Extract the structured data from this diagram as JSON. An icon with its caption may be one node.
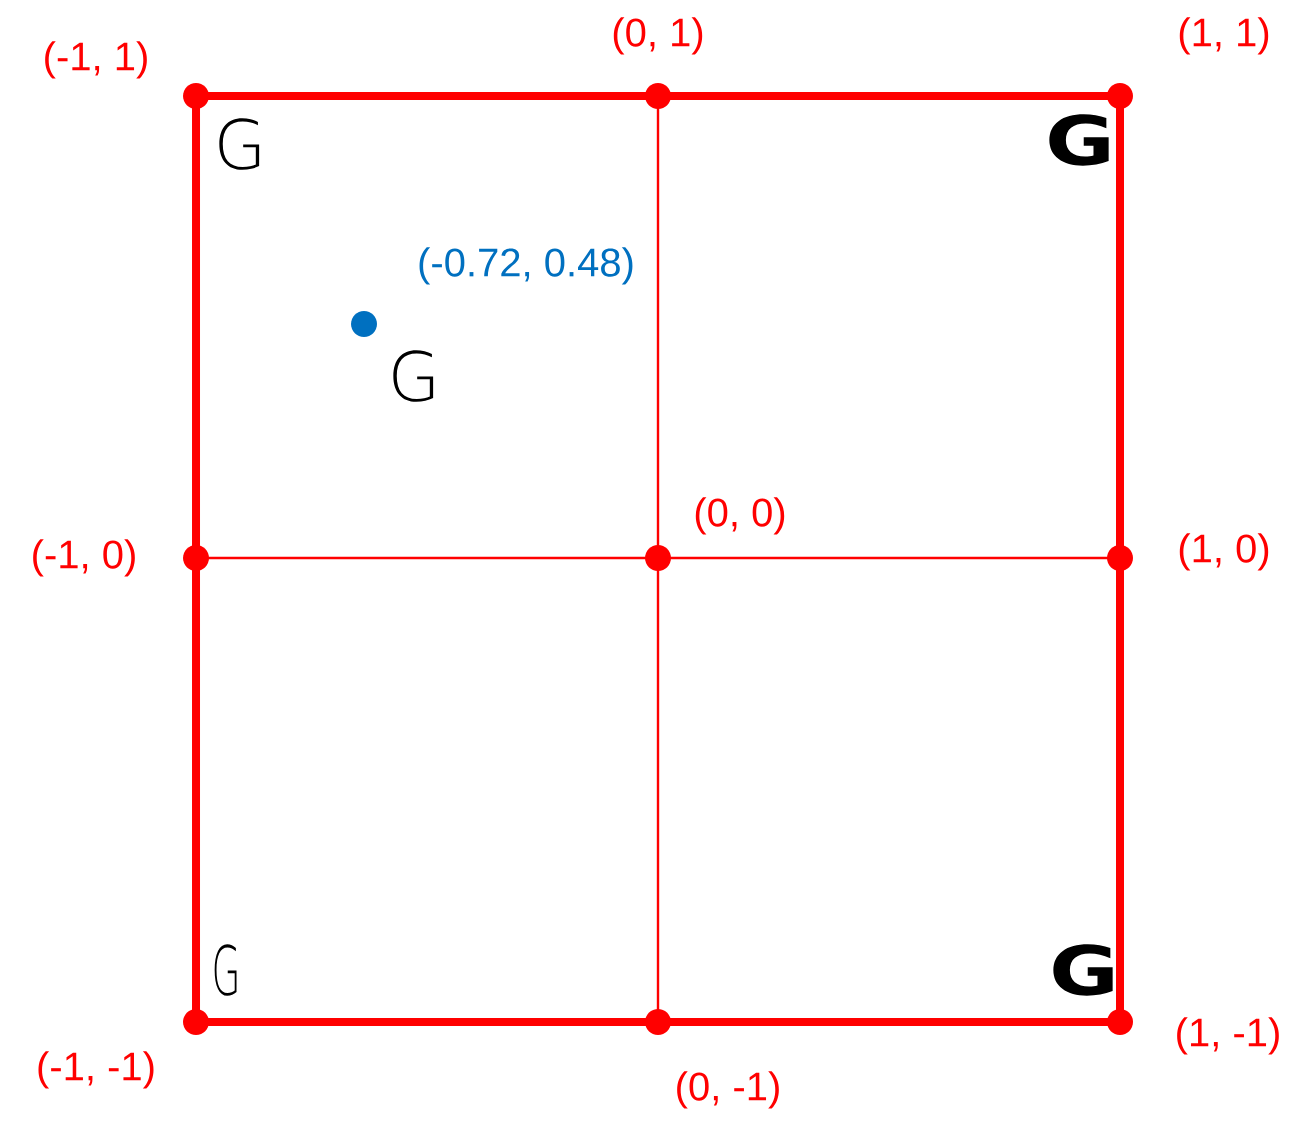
{
  "diagram": {
    "labels": [
      "(-1, 1)",
      "(0, 1)",
      "(1, 1)",
      "G",
      "G",
      "(-0.72, 0.48)",
      "G",
      "(-1, 0)",
      "(0, 0)",
      "(1, 0)",
      "G",
      "G",
      "(-1, -1)",
      "(0, -1)",
      "(1, -1)"
    ]
  }
}
